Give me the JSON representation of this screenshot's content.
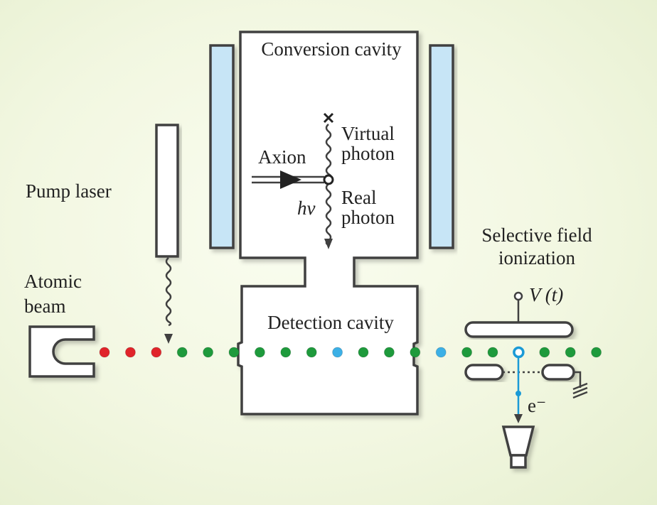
{
  "labels": {
    "conversion_cavity": "Conversion cavity",
    "detection_cavity": "Detection cavity",
    "pump_laser": "Pump laser",
    "atomic_beam_line1": "Atomic",
    "atomic_beam_line2": "beam",
    "axion": "Axion",
    "virtual_photon_line1": "Virtual",
    "virtual_photon_line2": "photon",
    "real_photon_line1": "Real",
    "real_photon_line2": "photon",
    "h_nu": "hν",
    "selective_field_line1": "Selective field",
    "selective_field_line2": "ionization",
    "voltage": "V (t)",
    "electron": "e⁻"
  },
  "atoms": [
    {
      "state": "excited-red",
      "color": "#e0242a"
    },
    {
      "state": "excited-red",
      "color": "#e0242a"
    },
    {
      "state": "excited-red",
      "color": "#e0242a"
    },
    {
      "state": "ground",
      "color": "#1e9a3c"
    },
    {
      "state": "ground",
      "color": "#1e9a3c"
    },
    {
      "state": "ground",
      "color": "#1e9a3c"
    },
    {
      "state": "ground",
      "color": "#1e9a3c"
    },
    {
      "state": "ground",
      "color": "#1e9a3c"
    },
    {
      "state": "ground",
      "color": "#1e9a3c"
    },
    {
      "state": "rydberg-blue",
      "color": "#3cb0e6"
    },
    {
      "state": "ground",
      "color": "#1e9a3c"
    },
    {
      "state": "ground",
      "color": "#1e9a3c"
    },
    {
      "state": "ground",
      "color": "#1e9a3c"
    },
    {
      "state": "rydberg-blue",
      "color": "#3cb0e6"
    },
    {
      "state": "ground",
      "color": "#1e9a3c"
    },
    {
      "state": "ground",
      "color": "#1e9a3c"
    },
    {
      "state": "ionized-ring",
      "color": "#1a9ad6"
    },
    {
      "state": "ground",
      "color": "#1e9a3c"
    },
    {
      "state": "ground",
      "color": "#1e9a3c"
    },
    {
      "state": "ground",
      "color": "#1e9a3c"
    }
  ],
  "colors": {
    "outline": "#404040",
    "plate_fill": "#c7e5f6",
    "electron_path": "#1a9ad6",
    "background": "#f2f7e1"
  },
  "icons": [
    "atomic-beam-oven-icon",
    "detector-funnel-icon",
    "ground-symbol-icon",
    "axion-arrow-icon",
    "vertex-icon"
  ]
}
